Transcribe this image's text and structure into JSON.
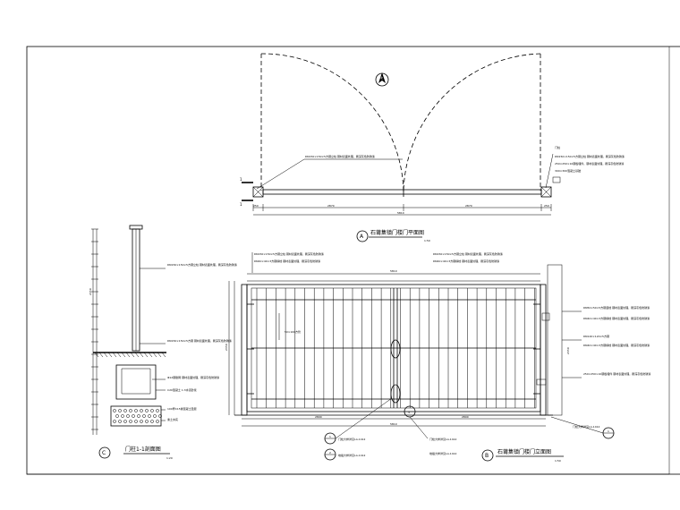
{
  "plan": {
    "title": "石莆集镇门楼门平面图",
    "marker": "A",
    "north_label": "北",
    "scale": "1:50",
    "dims": [
      "250",
      "2870",
      "2870",
      "250"
    ],
    "total": "5810",
    "callout_left": "DN150×150×5方钢立柱 钢材表面处理，刷深灰色防锈漆",
    "callout_right": [
      "门柱",
      "DN150×150×5方钢立柱 钢材表面处理，刷深灰色防锈漆",
      "250×250×10钢板埋件，钢材表面处理，刷深灰色防锈漆",
      "300×300混凝土基础"
    ],
    "section_mark": "1"
  },
  "elevation": {
    "title": "石莆集镇门楼门立面图",
    "marker": "B",
    "scale": "1:50",
    "top_dim": "5810",
    "bottom_dims": [
      "2800",
      "2800"
    ],
    "bottom_total": "5810",
    "height": "2350",
    "panel_label": "50×100方管",
    "callouts_top": [
      "DN150×150×5方钢立柱 钢材表面处理，刷深灰色防锈漆",
      "DN40×40×3方钢横档 钢材表面处理，刷深灰色防锈漆"
    ],
    "callouts_right": [
      "DN50×50×5方钢竖档 钢材表面处理，刷深灰色防锈漆",
      "DN40×40×3方钢横档 钢材表面处理，刷深灰色防锈漆",
      "DN120×120×5方钢",
      "250×250×10钢板埋件 钢材表面处理，刷深灰色防锈漆"
    ],
    "detail_notes": [
      "门栓大样详见LA-1412",
      "地插大样详见LA-1412"
    ],
    "detail_refs": [
      "1",
      "2",
      "3"
    ]
  },
  "section": {
    "title": "门柱1-1剖面图",
    "marker": "C",
    "scale": "1:20",
    "total_height": "2350",
    "callouts": [
      "DN150×150×5方钢立柱 钢材表面处理，刷深灰色防锈漆",
      "DN150×150×5方钢 钢材表面处理，刷深灰色防锈漆",
      "Φ12钢筋网 钢材表面处理，刷深灰色防锈漆",
      "C20混凝土 1:3水泥砂浆",
      "100厚C15素混凝土垫层",
      "素土夯实"
    ]
  }
}
